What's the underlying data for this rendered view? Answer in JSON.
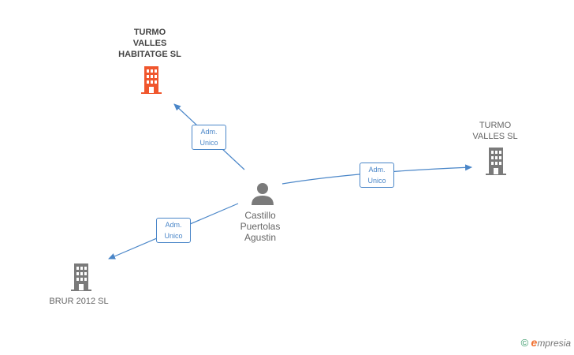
{
  "colors": {
    "main_company": "#f0562d",
    "company": "#7a7a7a",
    "person": "#7a7a7a",
    "edge": "#4a86c8"
  },
  "nodes": {
    "turmo_valles_habitatge": {
      "label": "TURMO\nVALLES\nHABITATGE SL",
      "icon": "building-icon"
    },
    "turmo_valles": {
      "label": "TURMO\nVALLES SL",
      "icon": "building-icon"
    },
    "brur_2012": {
      "label": "BRUR 2012 SL",
      "icon": "building-icon"
    },
    "castillo": {
      "label": "Castillo\nPuertolas\nAgustin",
      "icon": "person-icon"
    }
  },
  "edges": {
    "to_habitatge": "Adm.\nUnico",
    "to_turmo_valles": "Adm.\nUnico",
    "to_brur": "Adm.\nUnico"
  },
  "watermark": {
    "copyright": "©",
    "brand_first": "e",
    "brand_rest": "mpresia"
  }
}
